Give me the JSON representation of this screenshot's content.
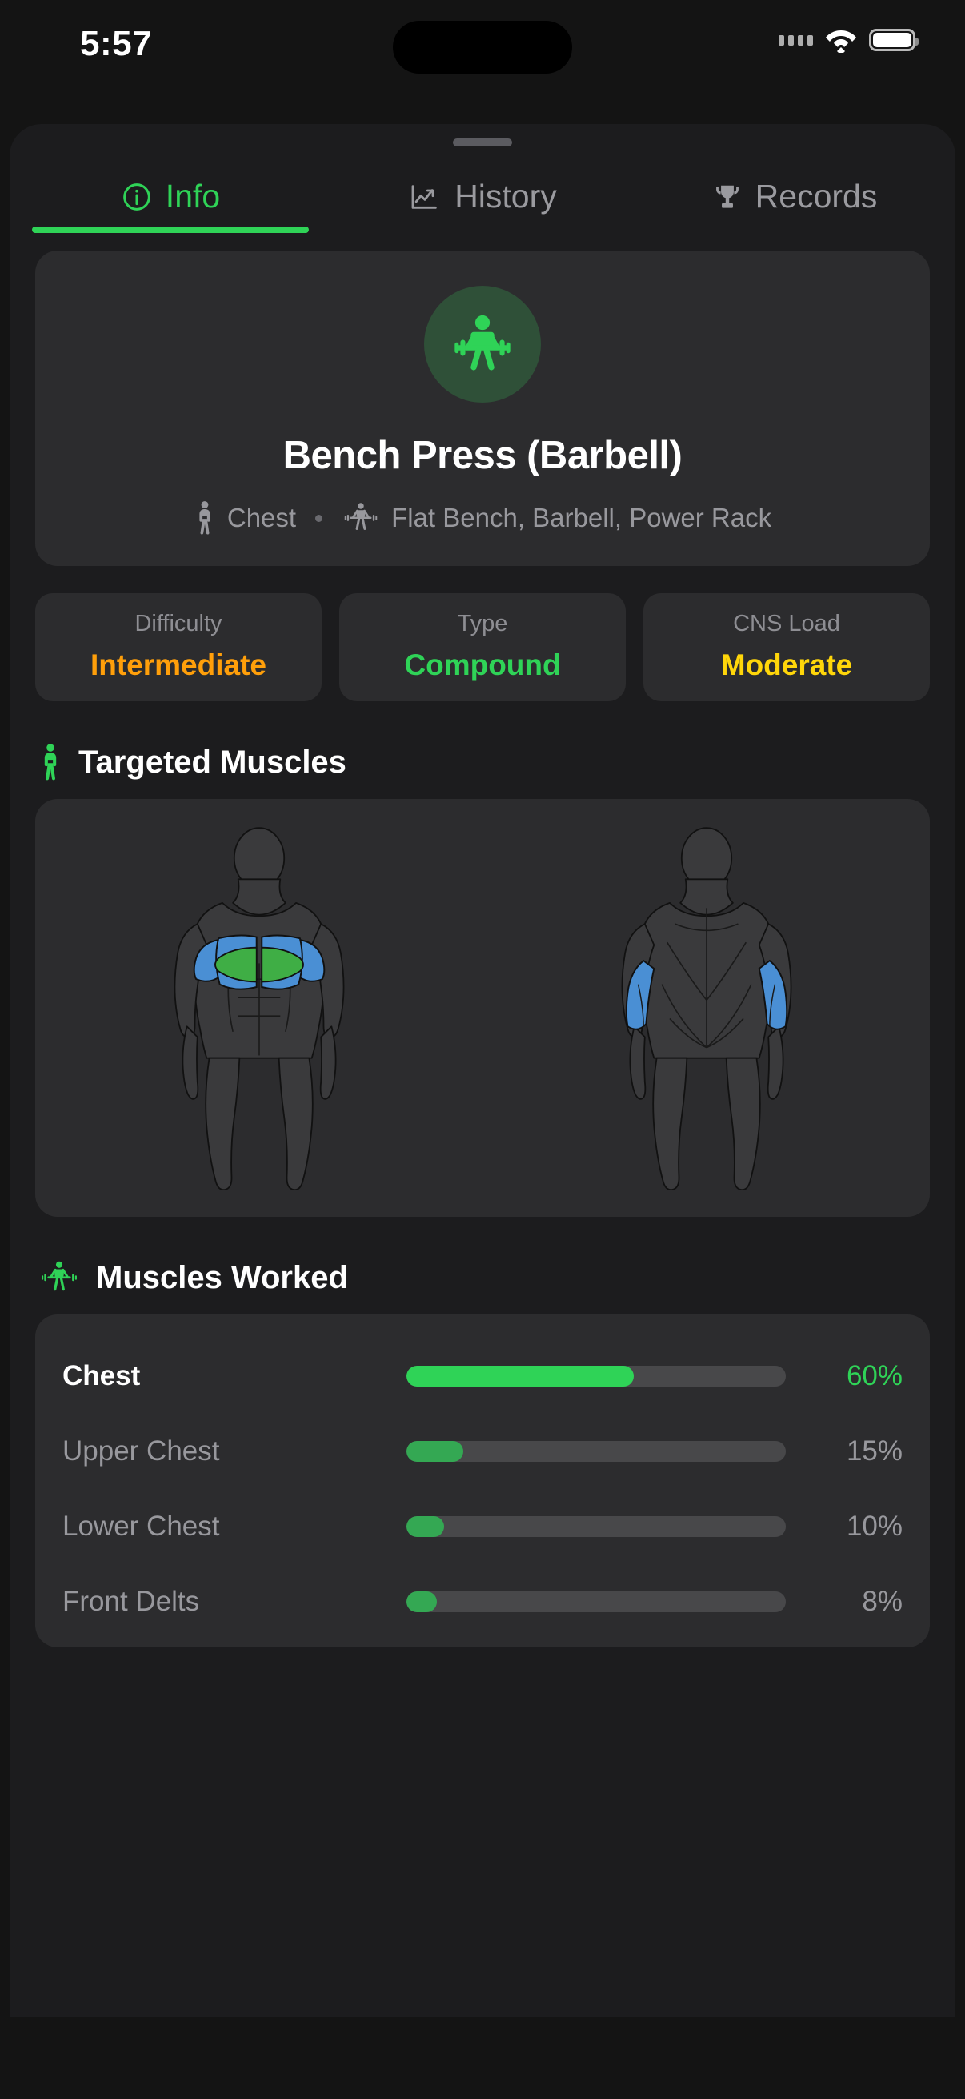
{
  "status_bar": {
    "time": "5:57",
    "signal_icon": "signal-dots-icon",
    "wifi_icon": "wifi-icon",
    "battery_icon": "battery-full-icon"
  },
  "sheet": {
    "grabber": "sheet-grabber"
  },
  "tabs": [
    {
      "label": "Info",
      "icon": "info-circle-icon",
      "active": true
    },
    {
      "label": "History",
      "icon": "chart-line-up-icon",
      "active": false
    },
    {
      "label": "Records",
      "icon": "trophy-icon",
      "active": false
    }
  ],
  "hero": {
    "icon": "figure-strength-training-icon",
    "title": "Bench Press (Barbell)",
    "muscle_group_icon": "figure-stand-icon",
    "muscle_group": "Chest",
    "equipment_icon": "figure-bench-press-icon",
    "equipment": "Flat Bench, Barbell, Power Rack"
  },
  "stats": [
    {
      "label": "Difficulty",
      "value": "Intermediate",
      "color": "#ff9f0a"
    },
    {
      "label": "Type",
      "value": "Compound",
      "color": "#2fd357"
    },
    {
      "label": "CNS Load",
      "value": "Moderate",
      "color": "#ffd60a"
    }
  ],
  "targeted_muscles": {
    "icon": "figure-stand-icon",
    "title": "Targeted Muscles",
    "front_view": "body-front-anatomy",
    "back_view": "body-back-anatomy",
    "primary_color": "#3fae45",
    "secondary_color": "#4a8fd4"
  },
  "muscles_worked": {
    "icon": "figure-bench-press-icon",
    "title": "Muscles Worked",
    "rows": [
      {
        "name": "Chest",
        "percent": "60%",
        "value": 60,
        "emphasis": "primary"
      },
      {
        "name": "Upper Chest",
        "percent": "15%",
        "value": 15,
        "emphasis": "secondary"
      },
      {
        "name": "Lower Chest",
        "percent": "10%",
        "value": 10,
        "emphasis": "secondary"
      },
      {
        "name": "Front Delts",
        "percent": "8%",
        "value": 8,
        "emphasis": "secondary"
      }
    ]
  }
}
